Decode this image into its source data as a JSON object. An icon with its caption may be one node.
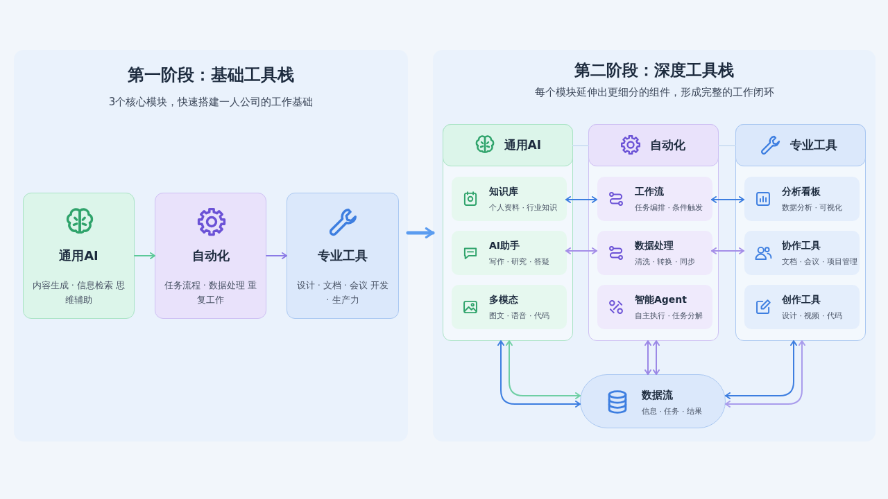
{
  "diagram": {
    "nodes": [
      {
        "text": [
          "第一阶段：基础工具栈",
          "3个核心模块，快速搭建一人公司的工作基础"
        ]
      },
      {
        "text": [
          "通用AI",
          "内容生成 · 信息检索 思维辅助"
        ],
        "in": 0
      },
      {
        "text": [
          "自动化",
          "任务流程 · 数据处理 重复工作"
        ],
        "in": 0
      },
      {
        "text": [
          "专业工具",
          "设计 · 文档 · 会议 开发 · 生产力"
        ],
        "in": 0
      },
      {
        "text": [
          "第二阶段：深度工具栈",
          "每个模块延伸出更细分的组件，形成完整的工作闭环"
        ]
      },
      {
        "text": [
          "通用AI"
        ],
        "in": 4
      },
      {
        "text": [
          "知识库",
          "个人资料 · 行业知识"
        ],
        "in": 5
      },
      {
        "text": [
          "AI助手",
          "写作 · 研究 · 答疑"
        ],
        "in": 5
      },
      {
        "text": [
          "多模态",
          "图文 · 语音 · 代码"
        ],
        "in": 5
      },
      {
        "text": [
          "自动化"
        ],
        "in": 4
      },
      {
        "text": [
          "工作流",
          "任务编排 · 条件触发"
        ],
        "in": 9
      },
      {
        "text": [
          "数据处理",
          "清洗 · 转换 · 同步"
        ],
        "in": 9
      },
      {
        "text": [
          "智能Agent",
          "自主执行 · 任务分解"
        ],
        "in": 9
      },
      {
        "text": [
          "专业工具"
        ],
        "in": 4
      },
      {
        "text": [
          "分析看板",
          "数据分析 · 可视化"
        ],
        "in": 13
      },
      {
        "text": [
          "协作工具",
          "文档 · 会议 · 项目管理"
        ],
        "in": 13
      },
      {
        "text": [
          "创作工具",
          "设计 · 视频 · 代码"
        ],
        "in": 13
      },
      {
        "text": [
          "数据流",
          "信息 · 任务 · 结果"
        ],
        "in": 4
      }
    ],
    "edges": [
      {
        "from": 1,
        "to": 2,
        "arrow": "to",
        "color": "#5cc999"
      },
      {
        "from": 2,
        "to": 3,
        "arrow": "to",
        "color": "#8b7be6"
      },
      {
        "from": 0,
        "to": 4,
        "arrow": "to",
        "style": "thick",
        "color": "#5b9cf0"
      },
      {
        "from": 5,
        "to": 9,
        "arrow": "none",
        "color": "#cfe0f3"
      },
      {
        "from": 9,
        "to": 13,
        "arrow": "none",
        "color": "#cfe0f3"
      },
      {
        "from": 6,
        "to": 10,
        "arrow": "both",
        "color": "#3d7ee0"
      },
      {
        "from": 7,
        "to": 11,
        "arrow": "both",
        "color": "#a58ee8"
      },
      {
        "from": 10,
        "to": 14,
        "arrow": "both",
        "color": "#3d7ee0"
      },
      {
        "from": 11,
        "to": 15,
        "arrow": "both",
        "color": "#a58ee8"
      },
      {
        "from": 5,
        "to": 17,
        "arrow": "both",
        "color": "#3d7ee0"
      },
      {
        "from": 5,
        "to": 17,
        "arrow": "both",
        "color": "#6fcfa4"
      },
      {
        "from": 9,
        "to": 17,
        "arrow": "both",
        "color": "#9b88e6"
      },
      {
        "from": 9,
        "to": 17,
        "arrow": "both",
        "color": "#9b88e6"
      },
      {
        "from": 13,
        "to": 17,
        "arrow": "both",
        "color": "#3d7ee0"
      },
      {
        "from": 13,
        "to": 17,
        "arrow": "both",
        "color": "#a99cec"
      }
    ]
  }
}
